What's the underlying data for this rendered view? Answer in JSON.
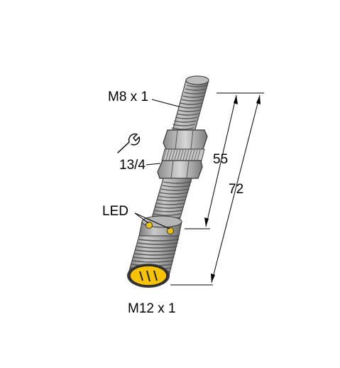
{
  "labels": {
    "top_thread": "M8 x 1",
    "wrench_size": "13/4",
    "led": "LED",
    "bottom_thread": "M12 x 1"
  },
  "dimensions": {
    "inner": "55",
    "outer": "72"
  },
  "colors": {
    "body_gray": "#a7a7a7",
    "body_dark": "#6e6e6e",
    "connector_yellow": "#f7c300",
    "led_yellow": "#f2c100",
    "line": "#000000"
  },
  "icons": [
    "wrench-icon"
  ]
}
